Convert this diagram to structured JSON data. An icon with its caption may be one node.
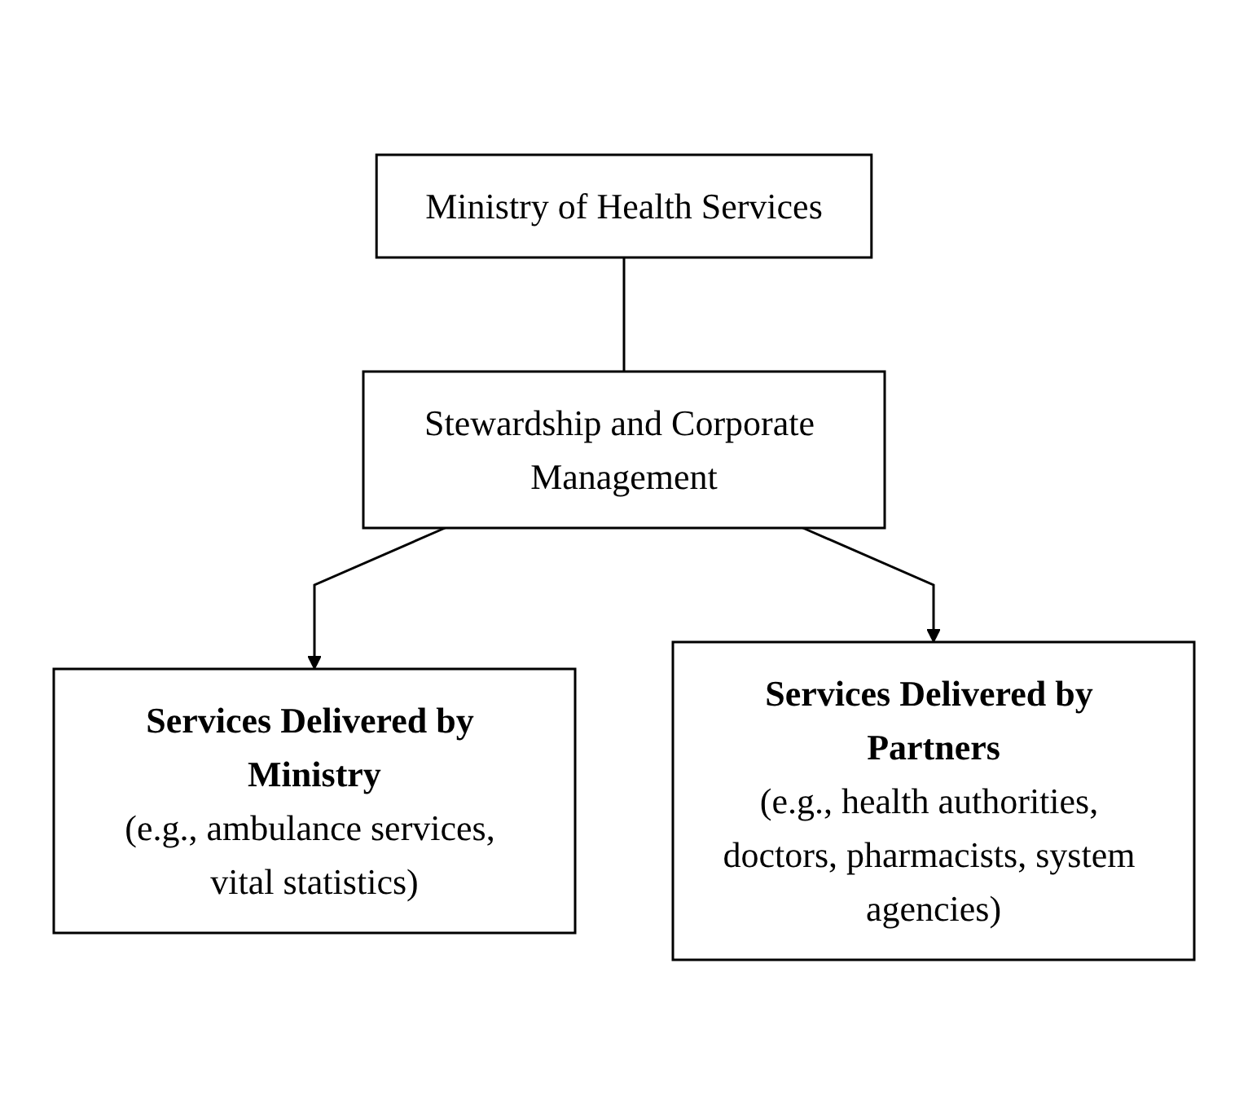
{
  "diagram": {
    "nodes": [
      {
        "text": [
          "Ministry of Health Services"
        ]
      },
      {
        "text": [
          "Stewardship and Corporate Management"
        ]
      },
      {
        "text": [
          "Services Delivered by Ministry",
          "(e.g., ambulance services, vital statistics)"
        ]
      },
      {
        "text": [
          "Services Delivered by Partners",
          "(e.g., health authorities, doctors, pharmacists, system agencies)"
        ]
      }
    ],
    "edges": [
      {
        "from": 0,
        "to": 1,
        "arrow": "none"
      },
      {
        "from": 1,
        "to": 2,
        "arrow": "to"
      },
      {
        "from": 1,
        "to": 3,
        "arrow": "to"
      }
    ]
  }
}
